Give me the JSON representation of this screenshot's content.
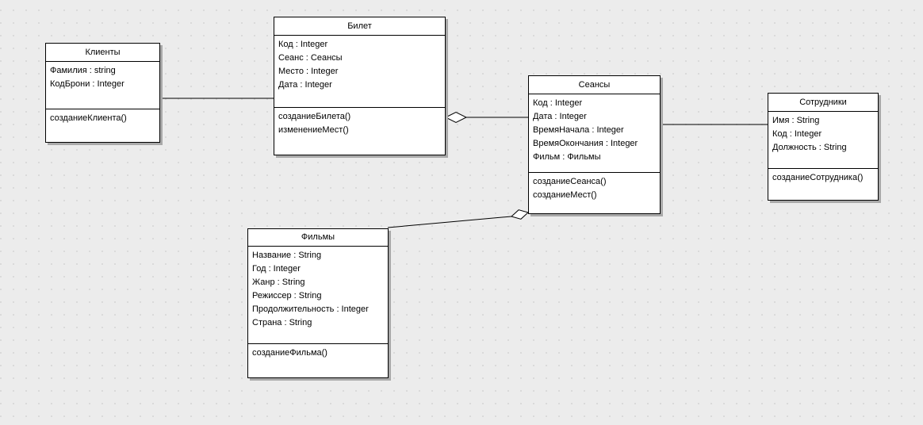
{
  "diagram": {
    "classes": [
      {
        "name": "Клиенты",
        "attributes": [
          "Фамилия : string",
          "КодБрони : Integer"
        ],
        "methods": [
          "созданиеКлиента()"
        ]
      },
      {
        "name": "Билет",
        "attributes": [
          "Код : Integer",
          "Сеанс : Сеансы",
          "Место : Integer",
          "Дата : Integer"
        ],
        "methods": [
          "созданиеБилета()",
          "изменениеМест()"
        ]
      },
      {
        "name": "Сеансы",
        "attributes": [
          "Код : Integer",
          "Дата : Integer",
          "ВремяНачала : Integer",
          "ВремяОкончания : Integer",
          "Фильм : Фильмы"
        ],
        "methods": [
          "созданиеСеанса()",
          "созданиеМест()"
        ]
      },
      {
        "name": "Сотрудники",
        "attributes": [
          "Имя : String",
          "Код : Integer",
          "Должность : String"
        ],
        "methods": [
          "созданиеСотрудника()"
        ]
      },
      {
        "name": "Фильмы",
        "attributes": [
          "Название : String",
          "Год : Integer",
          "Жанр : String",
          "Режиссер : String",
          "Продолжительность : Integer",
          "Страна : String"
        ],
        "methods": [
          "созданиеФильма()"
        ]
      }
    ],
    "connections": [
      {
        "from": "Клиенты",
        "to": "Билет",
        "type": "association"
      },
      {
        "from": "Сеансы",
        "to": "Билет",
        "type": "aggregation",
        "diamond_at": "Билет"
      },
      {
        "from": "Сотрудники",
        "to": "Сеансы",
        "type": "association"
      },
      {
        "from": "Фильмы",
        "to": "Сеансы",
        "type": "aggregation",
        "diamond_at": "Сеансы"
      }
    ],
    "colors": {
      "canvas_bg": "#ececec",
      "grid_dot": "#d7d7d7",
      "box_fill": "#ffffff",
      "box_border": "#000000",
      "box_shadow": "#a9a9a9",
      "line": "#000000",
      "text": "#000000"
    }
  }
}
